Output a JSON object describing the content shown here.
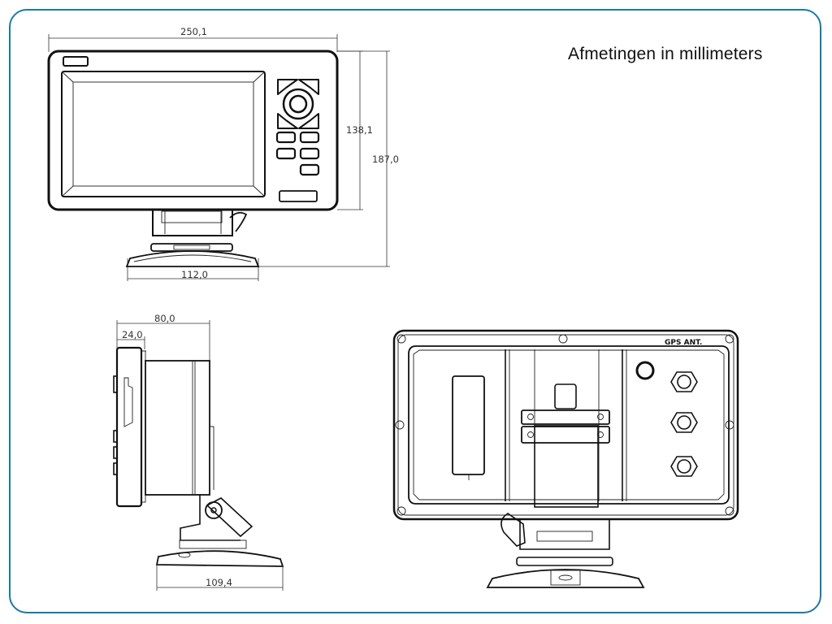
{
  "caption": "Afmetingen in millimeters",
  "colors": {
    "frame_border": "#1a7aa8",
    "line": "#111111",
    "background": "#ffffff"
  },
  "views": {
    "front": {
      "label": "front-view",
      "dimensions": {
        "width": "250,1",
        "housing_height": "138,1",
        "total_height": "187,0",
        "base_width": "112,0"
      }
    },
    "side": {
      "label": "side-view",
      "dimensions": {
        "total_depth": "80,0",
        "front_depth": "24,0",
        "base_width": "109,4"
      }
    },
    "rear": {
      "label": "rear-view",
      "connector_label": "GPS  ANT."
    }
  }
}
